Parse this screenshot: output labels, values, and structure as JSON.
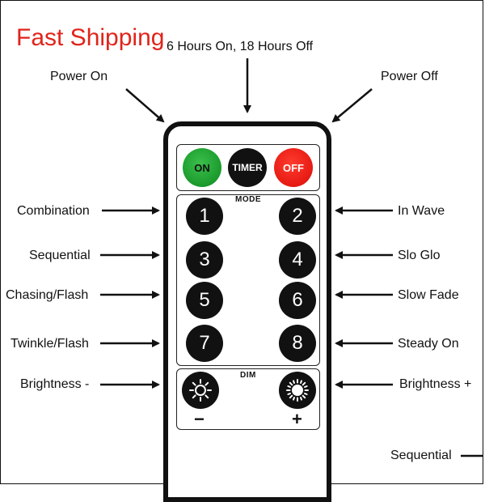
{
  "watermark": "Fast Shipping",
  "labels": {
    "timer_top": "6 Hours On, 18 Hours Off",
    "power_on": "Power On",
    "power_off": "Power Off",
    "combination": "Combination",
    "in_wave": "In Wave",
    "sequential": "Sequential",
    "slo_glo": "Slo Glo",
    "chasing_flash": "Chasing/Flash",
    "slow_fade": "Slow Fade",
    "twinkle_flash": "Twinkle/Flash",
    "steady_on": "Steady On",
    "brightness_minus": "Brightness -",
    "brightness_plus": "Brightness +",
    "sequential_bottom": "Sequential"
  },
  "remote": {
    "on_label": "ON",
    "timer_label": "TIMER",
    "off_label": "OFF",
    "mode_title": "MODE",
    "mode_buttons": [
      "1",
      "2",
      "3",
      "4",
      "5",
      "6",
      "7",
      "8"
    ],
    "dim_title": "DIM",
    "minus_sign": "−",
    "plus_sign": "+"
  },
  "colors": {
    "watermark": "#e0241b",
    "on_button": "#1a9a2c",
    "off_button": "#e61a12",
    "button_dark": "#111111"
  },
  "icons": {
    "dim_minus": "sun-outline-icon",
    "dim_plus": "sun-filled-icon"
  }
}
